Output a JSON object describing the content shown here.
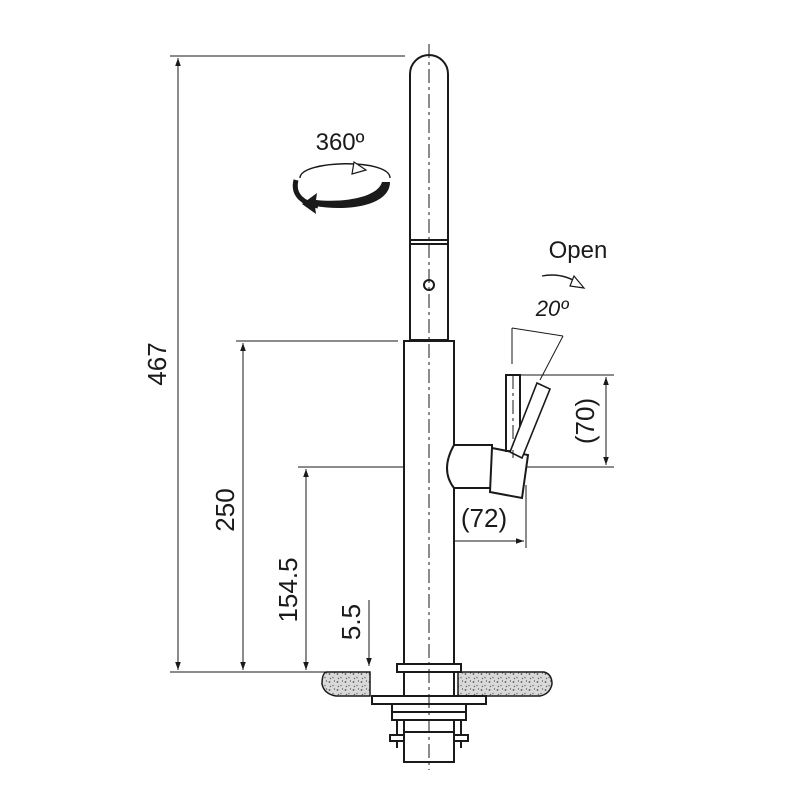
{
  "labels": {
    "rotation": "360º",
    "open": "Open",
    "angle": "20º"
  },
  "dimensions": {
    "total_height": "467",
    "spout_base_height": "250",
    "lever_height": "154.5",
    "deck_thickness": "5.5",
    "lever_travel": "(70)",
    "lever_reach": "(72)"
  },
  "colors": {
    "line": "#1a1a1a",
    "granite": "#c8c8c8",
    "background": "#ffffff"
  }
}
